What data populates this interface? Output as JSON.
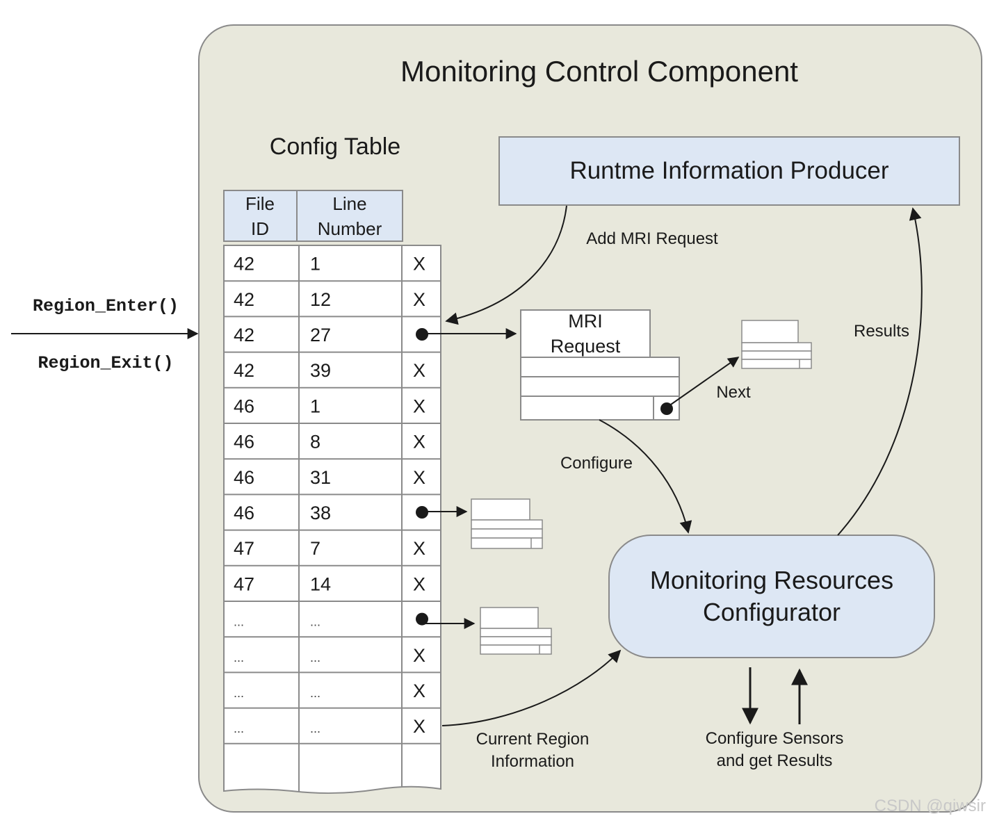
{
  "component_title": "Monitoring Control Component",
  "config_table": {
    "title": "Config Table",
    "columns": [
      {
        "line1": "File",
        "line2": "ID"
      },
      {
        "line1": "Line",
        "line2": "Number"
      }
    ],
    "rows": [
      {
        "file_id": "42",
        "line": "1",
        "mark": "X"
      },
      {
        "file_id": "42",
        "line": "12",
        "mark": "X"
      },
      {
        "file_id": "42",
        "line": "27",
        "mark": "●"
      },
      {
        "file_id": "42",
        "line": "39",
        "mark": "X"
      },
      {
        "file_id": "46",
        "line": "1",
        "mark": "X"
      },
      {
        "file_id": "46",
        "line": "8",
        "mark": "X"
      },
      {
        "file_id": "46",
        "line": "31",
        "mark": "X"
      },
      {
        "file_id": "46",
        "line": "38",
        "mark": "●"
      },
      {
        "file_id": "47",
        "line": "7",
        "mark": "X"
      },
      {
        "file_id": "47",
        "line": "14",
        "mark": "X"
      },
      {
        "file_id": "...",
        "line": "...",
        "mark": "●"
      },
      {
        "file_id": "...",
        "line": "...",
        "mark": "X"
      },
      {
        "file_id": "...",
        "line": "...",
        "mark": "X"
      },
      {
        "file_id": "...",
        "line": "...",
        "mark": "X"
      }
    ]
  },
  "calls": {
    "enter": "Region_Enter()",
    "exit": "Region_Exit()"
  },
  "producer": {
    "label": "Runtme Information Producer"
  },
  "mri_request": {
    "line1": "MRI",
    "line2": "Request"
  },
  "configurator": {
    "line1": "Monitoring Resources",
    "line2": "Configurator"
  },
  "edges": {
    "add_mri": "Add MRI Request",
    "next": "Next",
    "results": "Results",
    "configure": "Configure",
    "current_region_1": "Current Region",
    "current_region_2": "Information",
    "sensors_1": "Configure Sensors",
    "sensors_2": "and get Results"
  },
  "watermark": "CSDN @qiwsir",
  "colors": {
    "panel": "#e8e8dc",
    "box_fill": "#dde7f4",
    "header_fill": "#dde7f4",
    "line": "#333333"
  }
}
